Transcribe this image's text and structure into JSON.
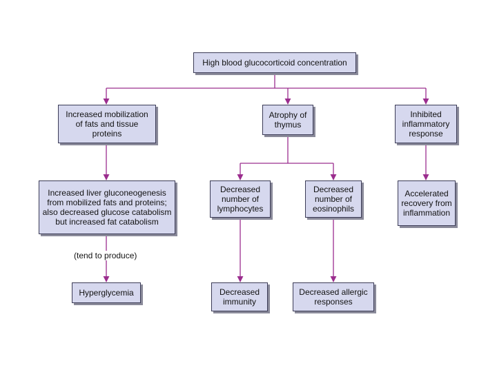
{
  "colors": {
    "box_fill": "#d6d8ee",
    "box_border": "#3a3a55",
    "box_shadow": "#8a8a9a",
    "connector": "#9b2d8e"
  },
  "nodes": {
    "root": "High blood glucocorticoid concentration",
    "mobilization": "Increased mobilization of fats and tissue proteins",
    "thymus": "Atrophy of thymus",
    "inflammatory": "Inhibited inflammatory response",
    "gluconeogenesis": "Increased liver gluconeogenesis from mobilized fats and proteins; also decreased glucose catabolism but increased fat catabolism",
    "lymphocytes": "Decreased number of lymphocytes",
    "eosinophils": "Decreased number of eosinophils",
    "recovery": "Accelerated recovery from inflammation",
    "hyperglycemia": "Hyperglycemia",
    "immunity": "Decreased immunity",
    "allergic": "Decreased allergic responses"
  },
  "annotations": {
    "tend_to_produce": "(tend to produce)"
  }
}
